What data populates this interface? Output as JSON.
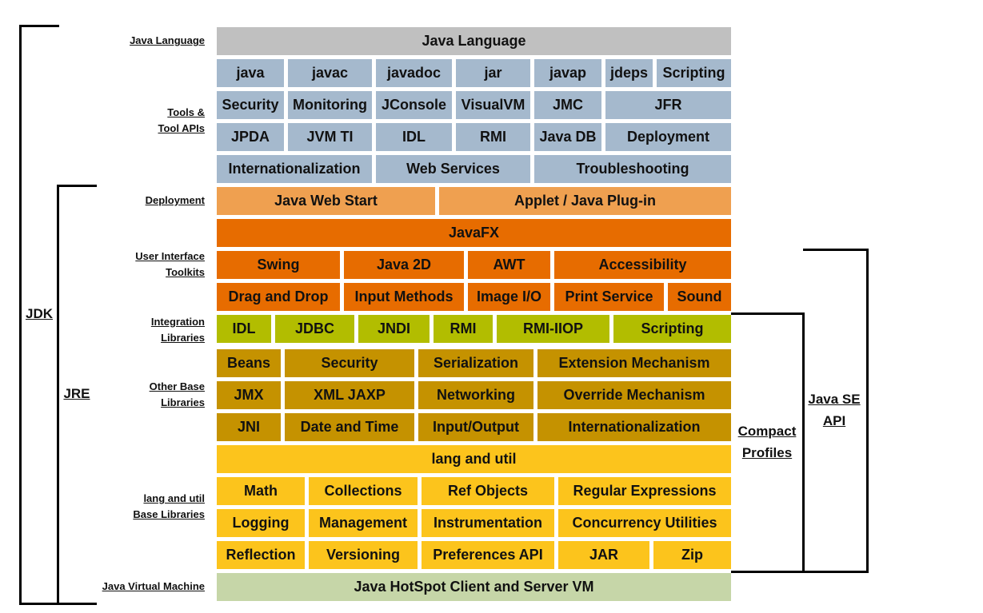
{
  "labels": {
    "java_language": "Java Language",
    "tools_1": "Tools &",
    "tools_2": "Tool APIs",
    "deployment": "Deployment",
    "ui_1": "User Interface",
    "ui_2": "Toolkits",
    "integration_1": "Integration",
    "integration_2": "Libraries",
    "other_1": "Other Base",
    "other_2": "Libraries",
    "langutil_1": "lang and util",
    "langutil_2": "Base Libraries",
    "jvm": "Java Virtual Machine"
  },
  "brackets": {
    "jdk": "JDK",
    "jre": "JRE",
    "compact_1": "Compact",
    "compact_2": "Profiles",
    "javase_1": "Java SE",
    "javase_2": "API"
  },
  "colors": {
    "language": "#c0c0c0",
    "tools": "#a5b9cd",
    "deployment": "#efa050",
    "ui": "#e76c00",
    "integration": "#b2bd00",
    "other": "#c59200",
    "langutil": "#fcc41c",
    "jvm": "#c6d6a8"
  },
  "cells": {
    "java_language": "Java Language",
    "java": "java",
    "javac": "javac",
    "javadoc": "javadoc",
    "jar": "jar",
    "javap": "javap",
    "jdeps": "jdeps",
    "scripting_tool": "Scripting",
    "security_tool": "Security",
    "monitoring": "Monitoring",
    "jconsole": "JConsole",
    "visualvm": "VisualVM",
    "jmc": "JMC",
    "jfr": "JFR",
    "jpda": "JPDA",
    "jvmti": "JVM TI",
    "idl_tool": "IDL",
    "rmi_tool": "RMI",
    "javadb": "Java DB",
    "deployment_tool": "Deployment",
    "i18n_tool": "Internationalization",
    "webservices": "Web Services",
    "troubleshooting": "Troubleshooting",
    "webstart": "Java Web Start",
    "applet": "Applet / Java Plug-in",
    "javafx": "JavaFX",
    "swing": "Swing",
    "java2d": "Java 2D",
    "awt": "AWT",
    "accessibility": "Accessibility",
    "dnd": "Drag and Drop",
    "input_methods": "Input Methods",
    "imageio": "Image I/O",
    "print_service": "Print Service",
    "sound": "Sound",
    "idl": "IDL",
    "jdbc": "JDBC",
    "jndi": "JNDI",
    "rmi": "RMI",
    "rmiiiop": "RMI-IIOP",
    "scripting": "Scripting",
    "beans": "Beans",
    "security": "Security",
    "serialization": "Serialization",
    "extension": "Extension Mechanism",
    "jmx": "JMX",
    "xmljaxp": "XML JAXP",
    "networking": "Networking",
    "override": "Override Mechanism",
    "jni": "JNI",
    "datetime": "Date and Time",
    "io": "Input/Output",
    "i18n": "Internationalization",
    "langutil": "lang and util",
    "math": "Math",
    "collections": "Collections",
    "refobjects": "Ref Objects",
    "regex": "Regular Expressions",
    "logging": "Logging",
    "management": "Management",
    "instrumentation": "Instrumentation",
    "concurrency": "Concurrency Utilities",
    "reflection": "Reflection",
    "versioning": "Versioning",
    "prefs": "Preferences API",
    "jar_lib": "JAR",
    "zip": "Zip",
    "hotspot": "Java HotSpot Client and Server VM"
  }
}
